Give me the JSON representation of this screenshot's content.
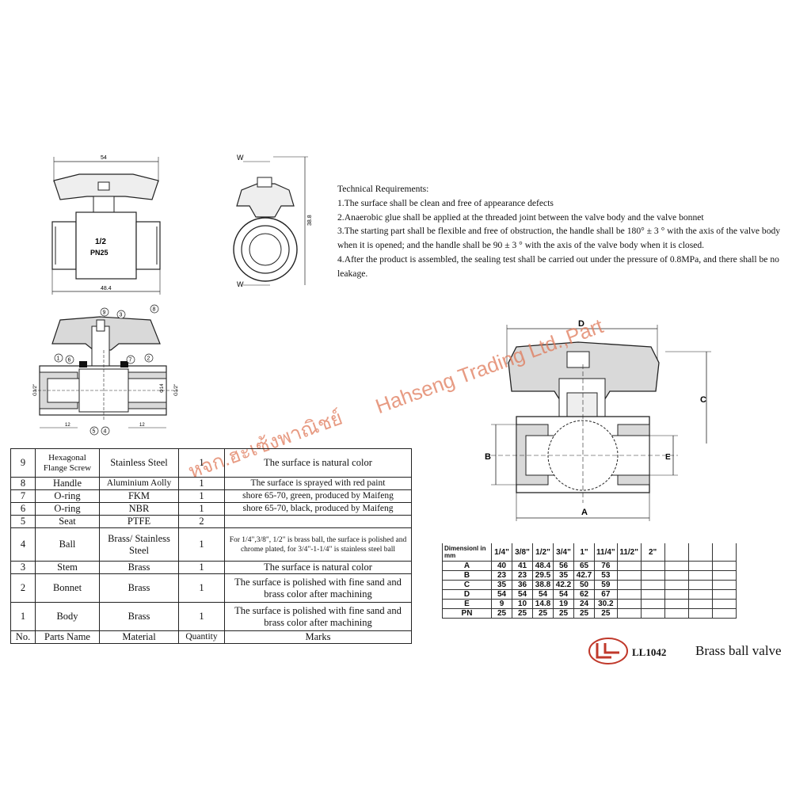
{
  "drawing": {
    "front_view": {
      "dim_top": "54",
      "dim_bottom": "48.4",
      "body_label_size": "1/2",
      "body_label_pn": "PN25"
    },
    "side_view": {
      "label_w_top": "W",
      "label_w_bottom": "W",
      "dim_height": "38.8"
    },
    "section_view": {
      "callouts": [
        "9",
        "3",
        "8",
        "1",
        "6",
        "7",
        "2",
        "5",
        "4"
      ],
      "dim_left": "G1/2\"",
      "dim_right": "G1/2\"",
      "dim_bore": "Φ14",
      "dim_bottom_left": "12",
      "dim_bottom_right": "12"
    },
    "large_view": {
      "label_d": "D",
      "label_c": "C",
      "label_b_left": "B",
      "label_e": "E",
      "label_a": "A"
    }
  },
  "technical_requirements": {
    "title": "Technical Requirements:",
    "items": [
      "1.The surface shall be clean and free of appearance defects",
      "2.Anaerobic glue shall be applied at the threaded joint between the valve body and the valve bonnet",
      "3.The starting part shall be flexible and free of obstruction, the handle shall be 180° ± 3 ° with the axis of the valve body when it is opened; and the handle shall be 90 ± 3 ° with the axis of the valve body when it is closed.",
      "4.After the product is assembled, the sealing test shall be carried out under the pressure of 0.8MPa, and there shall be no leakage."
    ]
  },
  "parts_table": {
    "rows": [
      {
        "no": "9",
        "name": "Hexagonal Flange Screw",
        "material": "Stainless Steel",
        "qty": "1",
        "marks": "The surface is natural color"
      },
      {
        "no": "8",
        "name": "Handle",
        "material": "Aluminium Aolly",
        "qty": "1",
        "marks": "The surface is sprayed with red paint"
      },
      {
        "no": "7",
        "name": "O-ring",
        "material": "FKM",
        "qty": "1",
        "marks": "shore 65-70, green, produced by Maifeng"
      },
      {
        "no": "6",
        "name": "O-ring",
        "material": "NBR",
        "qty": "1",
        "marks": "shore 65-70, black, produced by Maifeng"
      },
      {
        "no": "5",
        "name": "Seat",
        "material": "PTFE",
        "qty": "2",
        "marks": ""
      },
      {
        "no": "4",
        "name": "Ball",
        "material": "Brass/ Stainless Steel",
        "qty": "1",
        "marks": "For 1/4\",3/8\", 1/2\" is brass ball, the surface is polished and chrome plated, for 3/4\"-1-1/4\" is stainless steel ball"
      },
      {
        "no": "3",
        "name": "Stem",
        "material": "Brass",
        "qty": "1",
        "marks": "The surface is natural color"
      },
      {
        "no": "2",
        "name": "Bonnet",
        "material": "Brass",
        "qty": "1",
        "marks": "The surface is polished with fine sand and brass color after machining"
      },
      {
        "no": "1",
        "name": "Body",
        "material": "Brass",
        "qty": "1",
        "marks": "The surface is polished with fine sand and brass color after machining"
      }
    ],
    "header": {
      "no": "No.",
      "name": "Parts Name",
      "material": "Material",
      "qty": "Quantity",
      "marks": "Marks"
    }
  },
  "dimension_table": {
    "corner_label": "Dimensionl in mm",
    "sizes": [
      "1/4\"",
      "3/8\"",
      "1/2\"",
      "3/4\"",
      "1\"",
      "11/4\"",
      "11/2\"",
      "2\""
    ],
    "rows": [
      {
        "label": "A",
        "values": [
          "40",
          "41",
          "48.4",
          "56",
          "65",
          "76",
          "",
          ""
        ]
      },
      {
        "label": "B",
        "values": [
          "23",
          "23",
          "29.5",
          "35",
          "42.7",
          "53",
          "",
          ""
        ]
      },
      {
        "label": "C",
        "values": [
          "35",
          "36",
          "38.8",
          "42.2",
          "50",
          "59",
          "",
          ""
        ]
      },
      {
        "label": "D",
        "values": [
          "54",
          "54",
          "54",
          "54",
          "62",
          "67",
          "",
          ""
        ]
      },
      {
        "label": "E",
        "values": [
          "9",
          "10",
          "14.8",
          "19",
          "24",
          "30.2",
          "",
          ""
        ]
      },
      {
        "label": "PN",
        "values": [
          "25",
          "25",
          "25",
          "25",
          "25",
          "25",
          "",
          ""
        ]
      }
    ]
  },
  "footer": {
    "model": "LL1042",
    "product": "Brass ball valve"
  },
  "watermark": {
    "english": "Hahseng Trading Ltd.,Part",
    "thai": "หจก.ฮะเซ้งพาณิชย์"
  },
  "colors": {
    "line": "#1a1a1a",
    "hatch_fill": "#d9d9d9",
    "watermark": "#e07a5a",
    "logo": "#c0392b"
  }
}
